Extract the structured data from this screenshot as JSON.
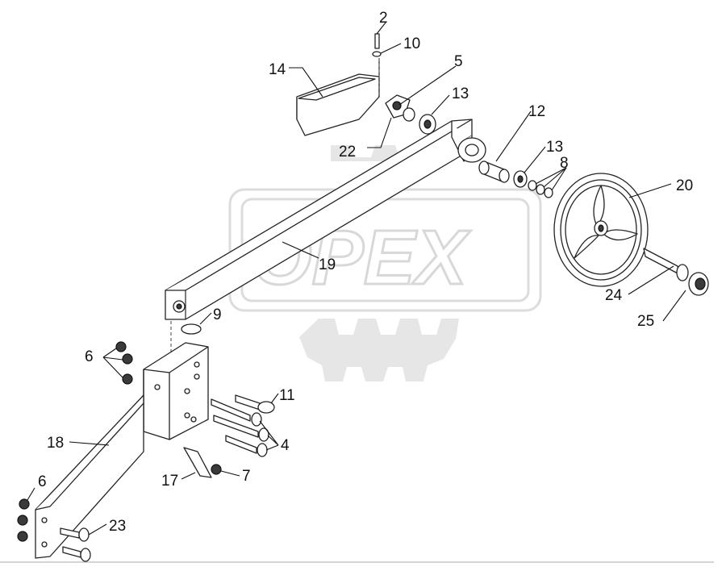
{
  "watermark": {
    "text": "OPEX"
  },
  "labels": [
    {
      "id": "2",
      "text": "2"
    },
    {
      "id": "10",
      "text": "10"
    },
    {
      "id": "14",
      "text": "14"
    },
    {
      "id": "5",
      "text": "5"
    },
    {
      "id": "13a",
      "text": "13"
    },
    {
      "id": "12",
      "text": "12"
    },
    {
      "id": "22",
      "text": "22"
    },
    {
      "id": "13b",
      "text": "13"
    },
    {
      "id": "8",
      "text": "8"
    },
    {
      "id": "20",
      "text": "20"
    },
    {
      "id": "19",
      "text": "19"
    },
    {
      "id": "24",
      "text": "24"
    },
    {
      "id": "9",
      "text": "9"
    },
    {
      "id": "25",
      "text": "25"
    },
    {
      "id": "6a",
      "text": "6"
    },
    {
      "id": "11",
      "text": "11"
    },
    {
      "id": "18",
      "text": "18"
    },
    {
      "id": "4",
      "text": "4"
    },
    {
      "id": "17",
      "text": "17"
    },
    {
      "id": "7",
      "text": "7"
    },
    {
      "id": "6b",
      "text": "6"
    },
    {
      "id": "23",
      "text": "23"
    }
  ]
}
